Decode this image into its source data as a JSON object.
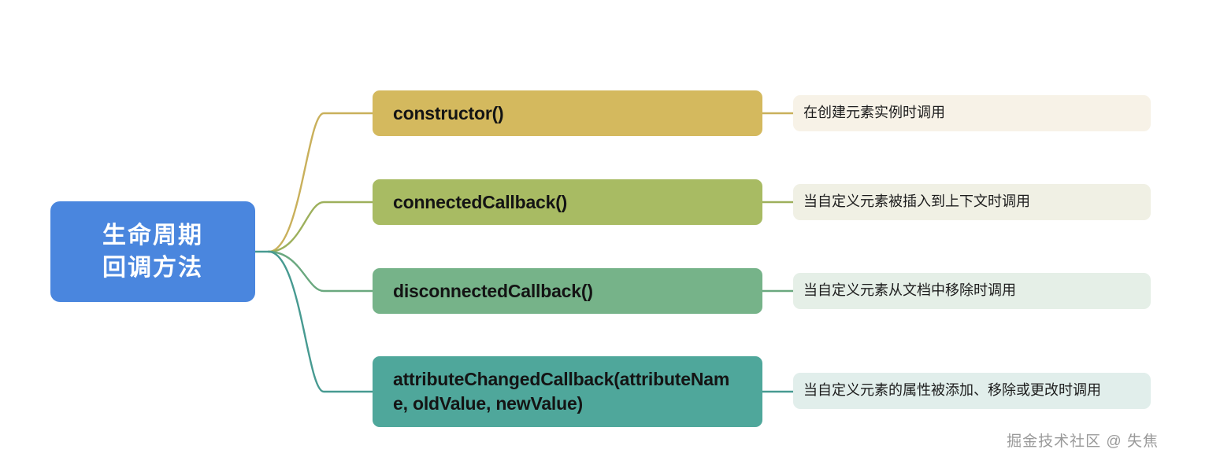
{
  "diagram": {
    "title": "生命周期回调方法",
    "background": "#ffffff",
    "root": {
      "lines": [
        "生命周期",
        "回调方法"
      ],
      "color": "#4a86de",
      "text_color": "#ffffff"
    },
    "branches": [
      {
        "method": "constructor()",
        "description": "在创建元素实例时调用",
        "node_color": "#d4b95e",
        "pill_color": "#f7f2e7",
        "line_color": "#c9b05b"
      },
      {
        "method": "connectedCallback()",
        "description": "当自定义元素被插入到上下文时调用",
        "node_color": "#a8bb63",
        "pill_color": "#f0f0e4",
        "line_color": "#9db05c"
      },
      {
        "method": "disconnectedCallback()",
        "description": "当自定义元素从文档中移除时调用",
        "node_color": "#76b389",
        "pill_color": "#e5efe7",
        "line_color": "#6aa87f"
      },
      {
        "method": "attributeChangedCallback(attributeName, oldValue, newValue)",
        "description": "当自定义元素的属性被添加、移除或更改时调用",
        "node_color": "#4fa79b",
        "pill_color": "#e1eeeb",
        "line_color": "#479a91"
      }
    ],
    "watermark": "掘金技术社区 @ 失焦"
  }
}
